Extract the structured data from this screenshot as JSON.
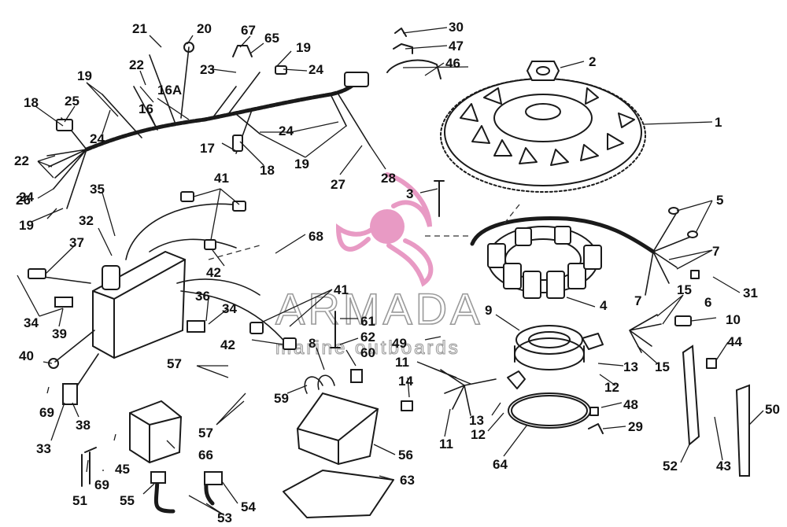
{
  "watermark": {
    "word": "ARMADA",
    "tagline": "marine outboards",
    "color": "#e89ac4"
  },
  "callouts": [
    {
      "id": "p1",
      "label": "1"
    },
    {
      "id": "p2",
      "label": "2"
    },
    {
      "id": "p3",
      "label": "3"
    },
    {
      "id": "p4",
      "label": "4"
    },
    {
      "id": "p5",
      "label": "5"
    },
    {
      "id": "p6",
      "label": "6"
    },
    {
      "id": "p7a",
      "label": "7"
    },
    {
      "id": "p7b",
      "label": "7"
    },
    {
      "id": "p8",
      "label": "8"
    },
    {
      "id": "p9",
      "label": "9"
    },
    {
      "id": "p10",
      "label": "10"
    },
    {
      "id": "p11a",
      "label": "11"
    },
    {
      "id": "p11b",
      "label": "11"
    },
    {
      "id": "p12a",
      "label": "12"
    },
    {
      "id": "p12b",
      "label": "12"
    },
    {
      "id": "p13a",
      "label": "13"
    },
    {
      "id": "p13b",
      "label": "13"
    },
    {
      "id": "p14",
      "label": "14"
    },
    {
      "id": "p15a",
      "label": "15"
    },
    {
      "id": "p15b",
      "label": "15"
    },
    {
      "id": "p16",
      "label": "16"
    },
    {
      "id": "p16a",
      "label": "16A"
    },
    {
      "id": "p17",
      "label": "17"
    },
    {
      "id": "p18a",
      "label": "18"
    },
    {
      "id": "p18b",
      "label": "18"
    },
    {
      "id": "p19a",
      "label": "19"
    },
    {
      "id": "p19b",
      "label": "19"
    },
    {
      "id": "p19c",
      "label": "19"
    },
    {
      "id": "p19d",
      "label": "19"
    },
    {
      "id": "p20",
      "label": "20"
    },
    {
      "id": "p21",
      "label": "21"
    },
    {
      "id": "p22a",
      "label": "22"
    },
    {
      "id": "p22b",
      "label": "22"
    },
    {
      "id": "p23",
      "label": "23"
    },
    {
      "id": "p24a",
      "label": "24"
    },
    {
      "id": "p24b",
      "label": "24"
    },
    {
      "id": "p24c",
      "label": "24"
    },
    {
      "id": "p24d",
      "label": "24"
    },
    {
      "id": "p25",
      "label": "25"
    },
    {
      "id": "p26",
      "label": "26"
    },
    {
      "id": "p27",
      "label": "27"
    },
    {
      "id": "p28",
      "label": "28"
    },
    {
      "id": "p29",
      "label": "29"
    },
    {
      "id": "p30",
      "label": "30"
    },
    {
      "id": "p31",
      "label": "31"
    },
    {
      "id": "p32",
      "label": "32"
    },
    {
      "id": "p33",
      "label": "33"
    },
    {
      "id": "p34a",
      "label": "34"
    },
    {
      "id": "p34b",
      "label": "34"
    },
    {
      "id": "p35",
      "label": "35"
    },
    {
      "id": "p36",
      "label": "36"
    },
    {
      "id": "p37",
      "label": "37"
    },
    {
      "id": "p38",
      "label": "38"
    },
    {
      "id": "p39",
      "label": "39"
    },
    {
      "id": "p40",
      "label": "40"
    },
    {
      "id": "p41a",
      "label": "41"
    },
    {
      "id": "p41b",
      "label": "41"
    },
    {
      "id": "p42a",
      "label": "42"
    },
    {
      "id": "p42b",
      "label": "42"
    },
    {
      "id": "p43",
      "label": "43"
    },
    {
      "id": "p44",
      "label": "44"
    },
    {
      "id": "p45",
      "label": "45"
    },
    {
      "id": "p46",
      "label": "46"
    },
    {
      "id": "p47",
      "label": "47"
    },
    {
      "id": "p48",
      "label": "48"
    },
    {
      "id": "p49",
      "label": "49"
    },
    {
      "id": "p50",
      "label": "50"
    },
    {
      "id": "p51",
      "label": "51"
    },
    {
      "id": "p52",
      "label": "52"
    },
    {
      "id": "p53",
      "label": "53"
    },
    {
      "id": "p54",
      "label": "54"
    },
    {
      "id": "p55",
      "label": "55"
    },
    {
      "id": "p56",
      "label": "56"
    },
    {
      "id": "p57a",
      "label": "57"
    },
    {
      "id": "p57b",
      "label": "57"
    },
    {
      "id": "p59",
      "label": "59"
    },
    {
      "id": "p60",
      "label": "60"
    },
    {
      "id": "p61",
      "label": "61"
    },
    {
      "id": "p62",
      "label": "62"
    },
    {
      "id": "p63",
      "label": "63"
    },
    {
      "id": "p64",
      "label": "64"
    },
    {
      "id": "p65",
      "label": "65"
    },
    {
      "id": "p66",
      "label": "66"
    },
    {
      "id": "p67",
      "label": "67"
    },
    {
      "id": "p68",
      "label": "68"
    },
    {
      "id": "p69a",
      "label": "69"
    },
    {
      "id": "p69b",
      "label": "69"
    }
  ]
}
